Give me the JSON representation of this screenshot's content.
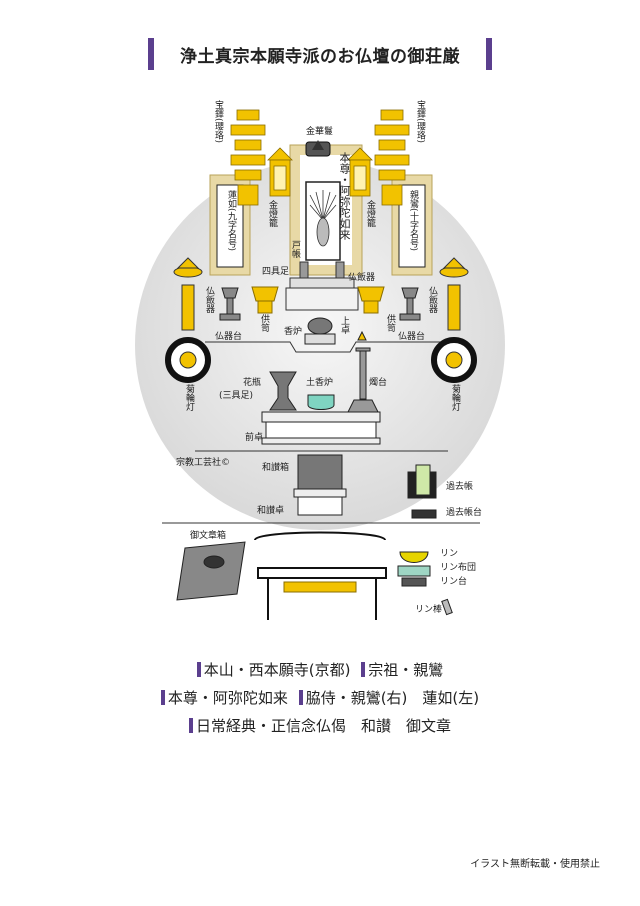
{
  "title": "浄土真宗本願寺派のお仏壇の御荘厳",
  "labels": {
    "kinkaman": "金華鬘",
    "honzon": "本尊・阿弥陀如来",
    "hotaku_l": "宝鐸(瓔珞)",
    "hotaku_r": "宝鐸(瓔珞)",
    "rennyo": "蓮如(九字名号)",
    "shinran": "親鸞(十字名号)",
    "kintoro_l": "金燈籠",
    "kintoro_r": "金燈籠",
    "tobari": "戸帳",
    "shigusoku": "四具足",
    "buppanki_c": "仏飯器",
    "buppanki_l": "仏飯器",
    "buppanki_r": "仏飯器",
    "kuge_l": "供笥",
    "kuge_r": "供笥",
    "bukkidai_l": "仏器台",
    "bukkidai_r": "仏器台",
    "koro": "香炉",
    "uwajoku": "上卓",
    "kikurin_l": "菊輪灯",
    "kikurin_r": "菊輪灯",
    "kabin": "花瓶",
    "mitsugusoku": "(三具足)",
    "dokoro": "土香炉",
    "shokudai": "燭台",
    "maejoku": "前卓",
    "credit": "宗教工芸社©",
    "wasanbako": "和讃箱",
    "kakocho": "過去帳",
    "wasanjoku": "和讃卓",
    "kakochodai": "過去帳台",
    "gobunshobako": "御文章箱",
    "rin": "リン",
    "rinfuton": "リン布団",
    "rindai": "リン台",
    "rinbo": "リン棒"
  },
  "info": {
    "line1": [
      "本山・西本願寺(京都)",
      "宗祖・親鸞"
    ],
    "line2": [
      "本尊・阿弥陀如来",
      "脇侍・親鸞(右)　蓮如(左)"
    ],
    "line3": [
      "日常経典・正信念仏偈　和讃　御文章"
    ]
  },
  "note": "イラスト無断転載・使用禁止",
  "colors": {
    "accent": "#5b3f8e",
    "gold": "#f2c200",
    "circle": "#e6e6e6"
  }
}
